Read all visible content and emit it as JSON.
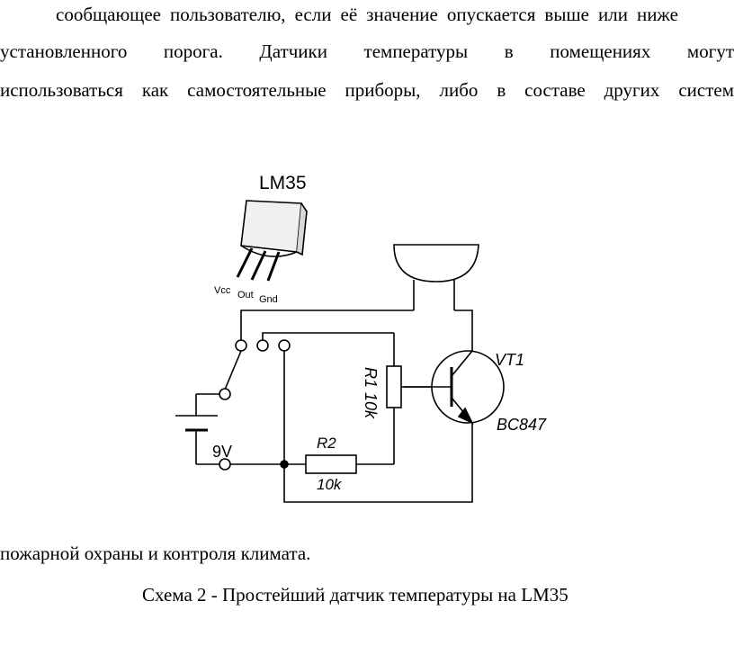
{
  "document": {
    "paragraph_lines": [
      "сообщающее пользователю, если её значение опускается выше или ниже",
      "установленного порога. Датчики температуры в помещениях могут",
      "использоваться как самостоятельные приборы, либо в составе других систем"
    ],
    "continuation": "пожарной охраны и контроля климата.",
    "caption": "Схема 2 - Простейший датчик температуры на LM35"
  },
  "schematic": {
    "sensor_label": "LM35",
    "pin_vcc": "Vcc",
    "pin_out": "Out",
    "pin_gnd": "Gnd",
    "battery_label": "9V",
    "r1_label": "R1 10k",
    "r2_name": "R2",
    "r2_value": "10k",
    "transistor_name": "VT1",
    "transistor_model": "BC847"
  }
}
